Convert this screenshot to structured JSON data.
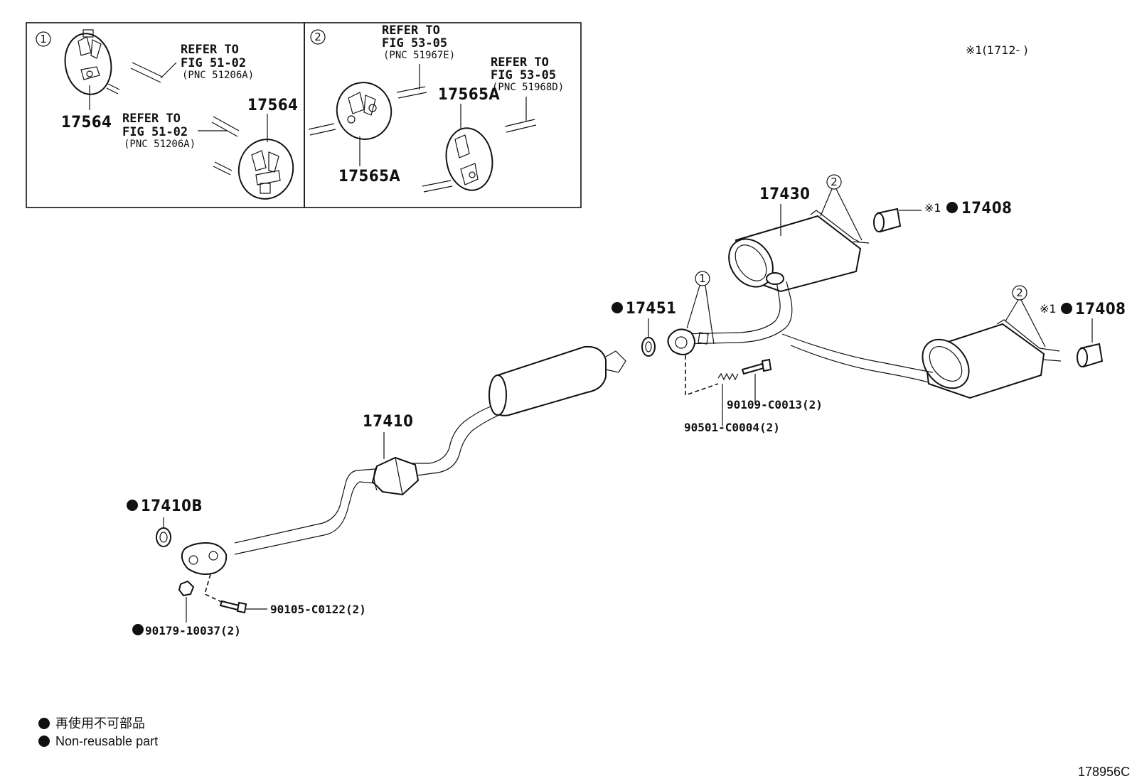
{
  "inset1": {
    "number": "1",
    "refer_a": [
      "REFER TO",
      "FIG 51-02",
      "(PNC 51206A)"
    ],
    "refer_b": [
      "REFER TO",
      "FIG 51-02",
      "(PNC 51206A)"
    ],
    "part_a": "17564",
    "part_b": "17564"
  },
  "inset2": {
    "number": "2",
    "refer_a": [
      "REFER TO",
      "FIG 53-05",
      "(PNC 51967E)"
    ],
    "refer_b": [
      "REFER TO",
      "FIG 53-05",
      "(PNC 51968D)"
    ],
    "part_a": "17565A",
    "part_b": "17565A"
  },
  "note": "※1(1712-      )",
  "callouts": {
    "tail_upper": "17430",
    "tip_upper": "17408",
    "tip_lower": "17408",
    "asterisk": "※1",
    "gasket_mid": "17451",
    "bolt_mid": "90109-C0013(2)",
    "spring_mid": "90501-C0004(2)",
    "front_pipe": "17410",
    "gasket_front": "17410B",
    "bolt_front": "90105-C0122(2)",
    "nut_front": "90179-10037(2)",
    "circle_1": "1",
    "circle_2a": "2",
    "circle_2b": "2"
  },
  "legend": {
    "line1": "再使用不可部品",
    "line2": "Non-reusable part"
  },
  "drawing_id": "178956C"
}
